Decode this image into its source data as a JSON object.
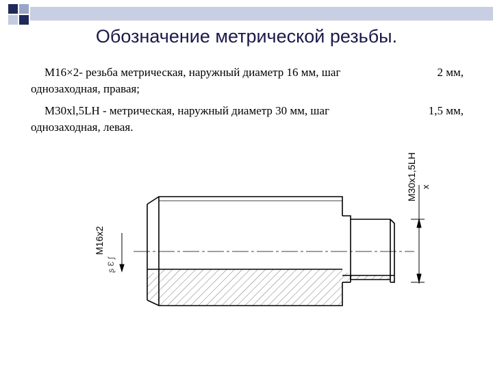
{
  "slide": {
    "title": "Обозначение метрической резьбы.",
    "paragraphs": [
      {
        "line1": "M16×2- резьба метрическая, наружный диаметр 16 мм, шаг",
        "line1_end": "2 мм,",
        "line2": "однозаходная, правая;"
      },
      {
        "line1": "M30xl,5LH - метрическая, наружный диаметр 30 мм,  шаг",
        "line1_end": "1,5 мм,",
        "line2": "однозаходная, левая."
      }
    ]
  },
  "drawing": {
    "label_right": "M30x1,5LH",
    "label_left": "M16x2"
  },
  "colors": {
    "title": "#1a1a4a",
    "decor_dark": "#1f2a5a",
    "decor_light": "#9aa6c8",
    "line": "#000000"
  }
}
